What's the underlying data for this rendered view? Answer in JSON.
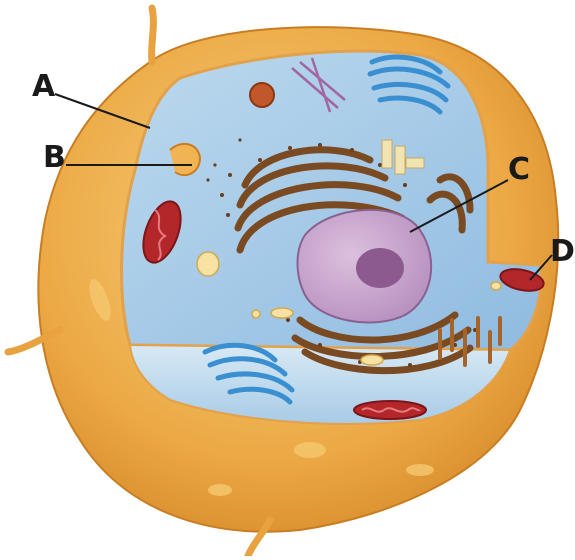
{
  "labels": {
    "a": "A",
    "b": "B",
    "c": "C",
    "d": "D"
  },
  "colors": {
    "cytoplasm_rim": "#e8a240",
    "cytoplasm_light": "#f3c670",
    "cell_interior": "#a9cde8",
    "rough_er": "#7a4a22",
    "nucleus": "#c9a6cf",
    "nucleolus": "#8c5a8f",
    "golgi": "#3a8fd1",
    "mitochondrion": "#b3262a",
    "leader_line": "#1a1a1a"
  }
}
